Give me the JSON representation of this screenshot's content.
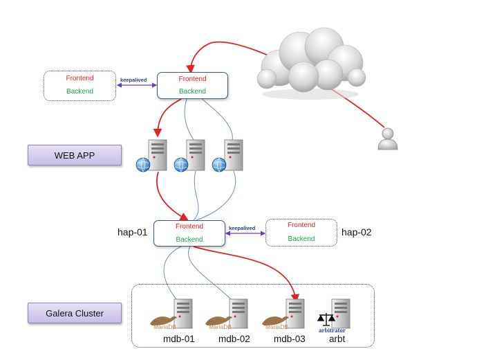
{
  "load_balancers": {
    "top_primary": {
      "frontend": "Frontend",
      "backend": "Backend"
    },
    "top_secondary": {
      "frontend": "Frontend",
      "backend": "Backend"
    },
    "hap01": {
      "name": "hap-01",
      "frontend": "Frontend",
      "backend": "Backend"
    },
    "hap02": {
      "name": "hap-02",
      "frontend": "Frontend",
      "backend": "Backend"
    }
  },
  "links": {
    "keepalived_top": "keepalived",
    "keepalived_bottom": "keepalived"
  },
  "sections": {
    "web_app": "WEB APP",
    "galera": "Galera Cluster"
  },
  "db_nodes": [
    {
      "label": "mdb-01",
      "logo": "MariaDB",
      "icon": "mariadb-server-icon"
    },
    {
      "label": "mdb-02",
      "logo": "MariaDB",
      "icon": "mariadb-server-icon"
    },
    {
      "label": "mdb-03",
      "logo": "MariaDB",
      "icon": "mariadb-server-icon"
    },
    {
      "label": "arbt",
      "logo": "arbitrator",
      "icon": "arbitrator-server-icon"
    }
  ],
  "icons": {
    "cloud": "cloud-icon",
    "user": "user-icon",
    "web_server": "web-server-icon"
  },
  "colors": {
    "request_path": "#e02424",
    "link": "#6f8fb5",
    "keepalived": "#6a3fb0",
    "frontend": "#e02020",
    "backend": "#1aa34a"
  }
}
